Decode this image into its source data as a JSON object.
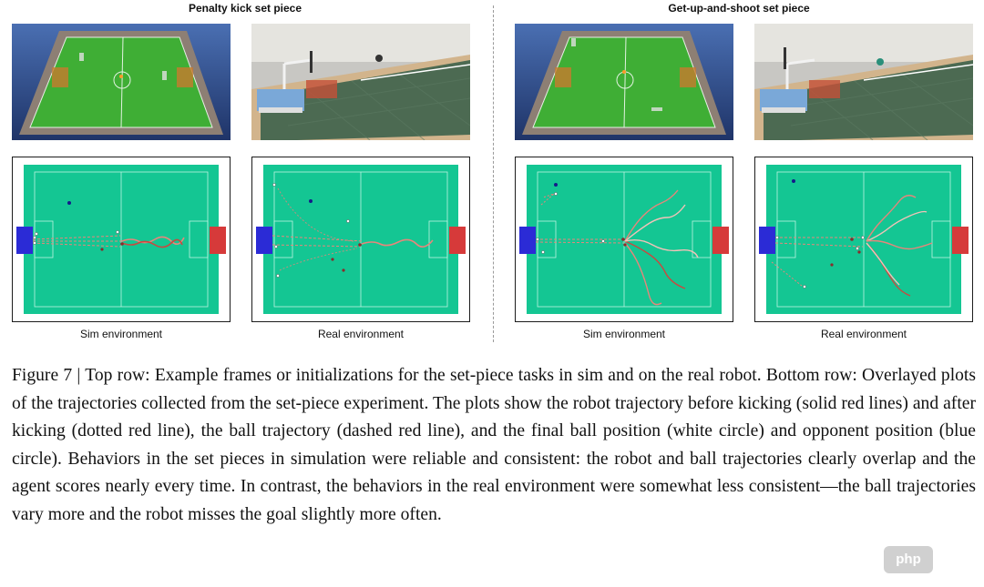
{
  "figure": {
    "group_titles": [
      "Penalty kick set piece",
      "Get-up-and-shoot set piece"
    ],
    "environment_labels": [
      "Sim environment",
      "Real environment",
      "Sim environment",
      "Real environment"
    ],
    "colors": {
      "field": "#14c693",
      "sim_field": "#3fae35",
      "own_goal": "#2b2bd6",
      "opponent_goal": "#d63a3a",
      "trajectory": "#e8857b",
      "opponent": "#141a8a"
    },
    "caption": {
      "label": "Figure 7 | ",
      "text": "Top row: Example frames or initializations for the set-piece tasks in sim and on the real robot. Bottom row: Overlayed plots of the trajectories collected from the set-piece experiment. The plots show the robot trajectory before kicking (solid red lines) and after kicking (dotted red line), the ball trajectory (dashed red line), and the final ball position (white circle) and opponent position (blue circle). Behaviors in the set pieces in simulation were reliable and consistent: the robot and ball trajectories clearly overlap and the agent scores nearly every time. In contrast, the behaviors in the real environment were somewhat less consistent—the ball trajectories vary more and the robot misses the goal slightly more often."
    },
    "watermark": "php"
  }
}
